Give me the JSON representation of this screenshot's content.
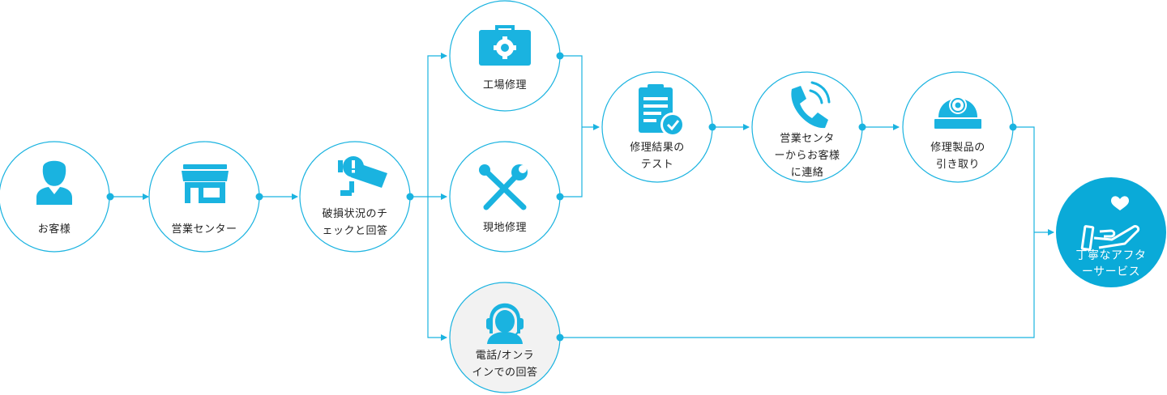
{
  "colors": {
    "accent": "#1ab3e0",
    "circle_fill": "#ffffff",
    "circle_border": "#1ab3e0",
    "final_fill": "#0aaad8",
    "muted_fill": "#f2f2f2",
    "text": "#222222"
  },
  "nodes": {
    "customer": {
      "icon": "customer-icon",
      "lines": [
        "お客様"
      ]
    },
    "sales": {
      "icon": "store-icon",
      "lines": [
        "営業センター"
      ]
    },
    "damage": {
      "icon": "cctv-alert-icon",
      "lines": [
        "破損状況のチ",
        "ェックと回答"
      ]
    },
    "factory": {
      "icon": "toolbox-icon",
      "lines": [
        "工場修理"
      ]
    },
    "onsite": {
      "icon": "tools-icon",
      "lines": [
        "現地修理"
      ]
    },
    "phone": {
      "icon": "headset-icon",
      "lines": [
        "電話/オンラ",
        "インでの回答"
      ]
    },
    "test": {
      "icon": "clipboard-check-icon",
      "lines": [
        "修理結果の",
        "テスト"
      ]
    },
    "contact": {
      "icon": "phone-icon",
      "lines": [
        "営業センタ",
        "ーからお客様",
        "に連絡"
      ]
    },
    "pickup": {
      "icon": "dome-camera-icon",
      "lines": [
        "修理製品の",
        "引き取り"
      ]
    },
    "aftercare": {
      "icon": "hand-heart-icon",
      "lines": [
        "丁寧なアフタ",
        "ーサービス"
      ]
    }
  }
}
